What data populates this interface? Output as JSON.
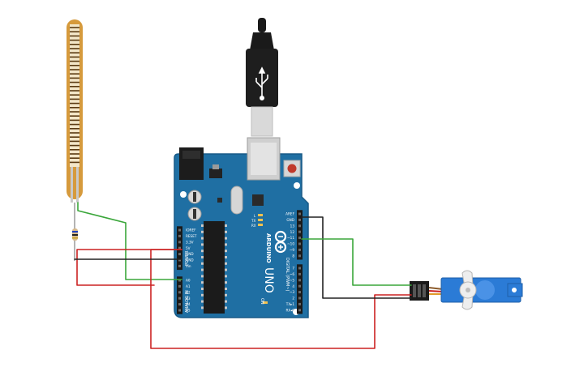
{
  "board": {
    "logo_text": "ARDUINO",
    "model_text": "UNO",
    "power_header_title": "POWER",
    "analog_header_title": "ANALOG IN",
    "digital_header_title": "DIGITAL (PWM~)",
    "on_label": "ON",
    "l_label": "L",
    "tx_label": "TX",
    "rx_label": "RX",
    "power_pins": [
      "IOREF",
      "RESET",
      "3.3V",
      "5V",
      "GND",
      "GND",
      "Vin"
    ],
    "analog_pins": [
      "A0",
      "A1",
      "A2",
      "A3",
      "A4",
      "A5"
    ],
    "digital_pins_top": [
      "AREF",
      "GND",
      "13",
      "12",
      "~11",
      "~10",
      "~9",
      "8"
    ],
    "digital_pins_bottom": [
      "7",
      "~6",
      "~5",
      "4",
      "~3",
      "2",
      "TX▸1",
      "RX◂0"
    ]
  },
  "colors": {
    "board": "#1f6fa3",
    "board_edge": "#185a87",
    "wire_green": "#3aa63a",
    "wire_black": "#222222",
    "wire_red": "#cc2222",
    "flex_sensor": "#d69a3c",
    "servo": "#2b7bd6",
    "usb_cable": "#1a1a1a"
  },
  "icons": {
    "arduino_logo": "infinity-logo-icon",
    "reset_button": "reset-button-icon",
    "usb_symbol": "usb-symbol-icon"
  }
}
